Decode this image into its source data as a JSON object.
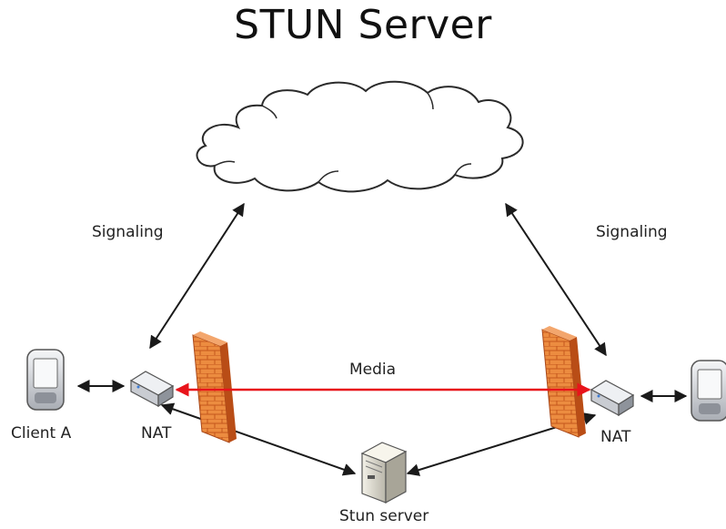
{
  "title": "STUN Server",
  "labels": {
    "signaling_left": "Signaling",
    "signaling_right": "Signaling",
    "media": "Media",
    "client_a": "Client A",
    "nat_left": "NAT",
    "nat_right": "NAT",
    "stun_server": "Stun server"
  },
  "colors": {
    "media_line": "#e8141b",
    "arrows": "#1a1a1a",
    "firewall_brick": "#e98a3e",
    "cloud_stroke": "#2b2b2b"
  },
  "icons": [
    "cloud-icon",
    "phone-icon",
    "router-icon",
    "firewall-icon",
    "server-icon"
  ]
}
